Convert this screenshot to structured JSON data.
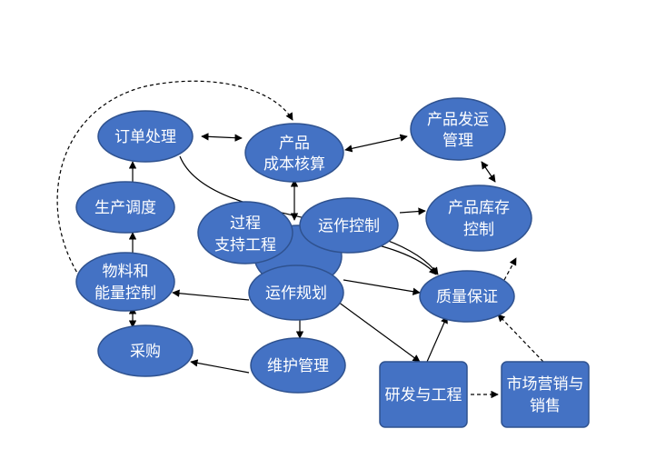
{
  "nodes": {
    "order": [
      "订单处理"
    ],
    "cost": [
      "产品",
      "成本核算"
    ],
    "shipping": [
      "产品发运",
      "管理"
    ],
    "inventory": [
      "产品库存",
      "控制"
    ],
    "production": [
      "生产调度"
    ],
    "process": [
      "过程",
      "支持工程"
    ],
    "operations_control": [
      "运作控制"
    ],
    "material": [
      "物料和",
      "能量控制"
    ],
    "planning": [
      "运作规划"
    ],
    "quality": [
      "质量保证"
    ],
    "purchasing": [
      "采购"
    ],
    "maintenance": [
      "维护管理"
    ],
    "rnd": [
      "研发与工程"
    ],
    "marketing": [
      "市场营销与",
      "销售"
    ]
  },
  "colors": {
    "node_fill": "#4472c4",
    "node_stroke": "#2f528f",
    "text": "#ffffff",
    "edge": "#000000"
  }
}
